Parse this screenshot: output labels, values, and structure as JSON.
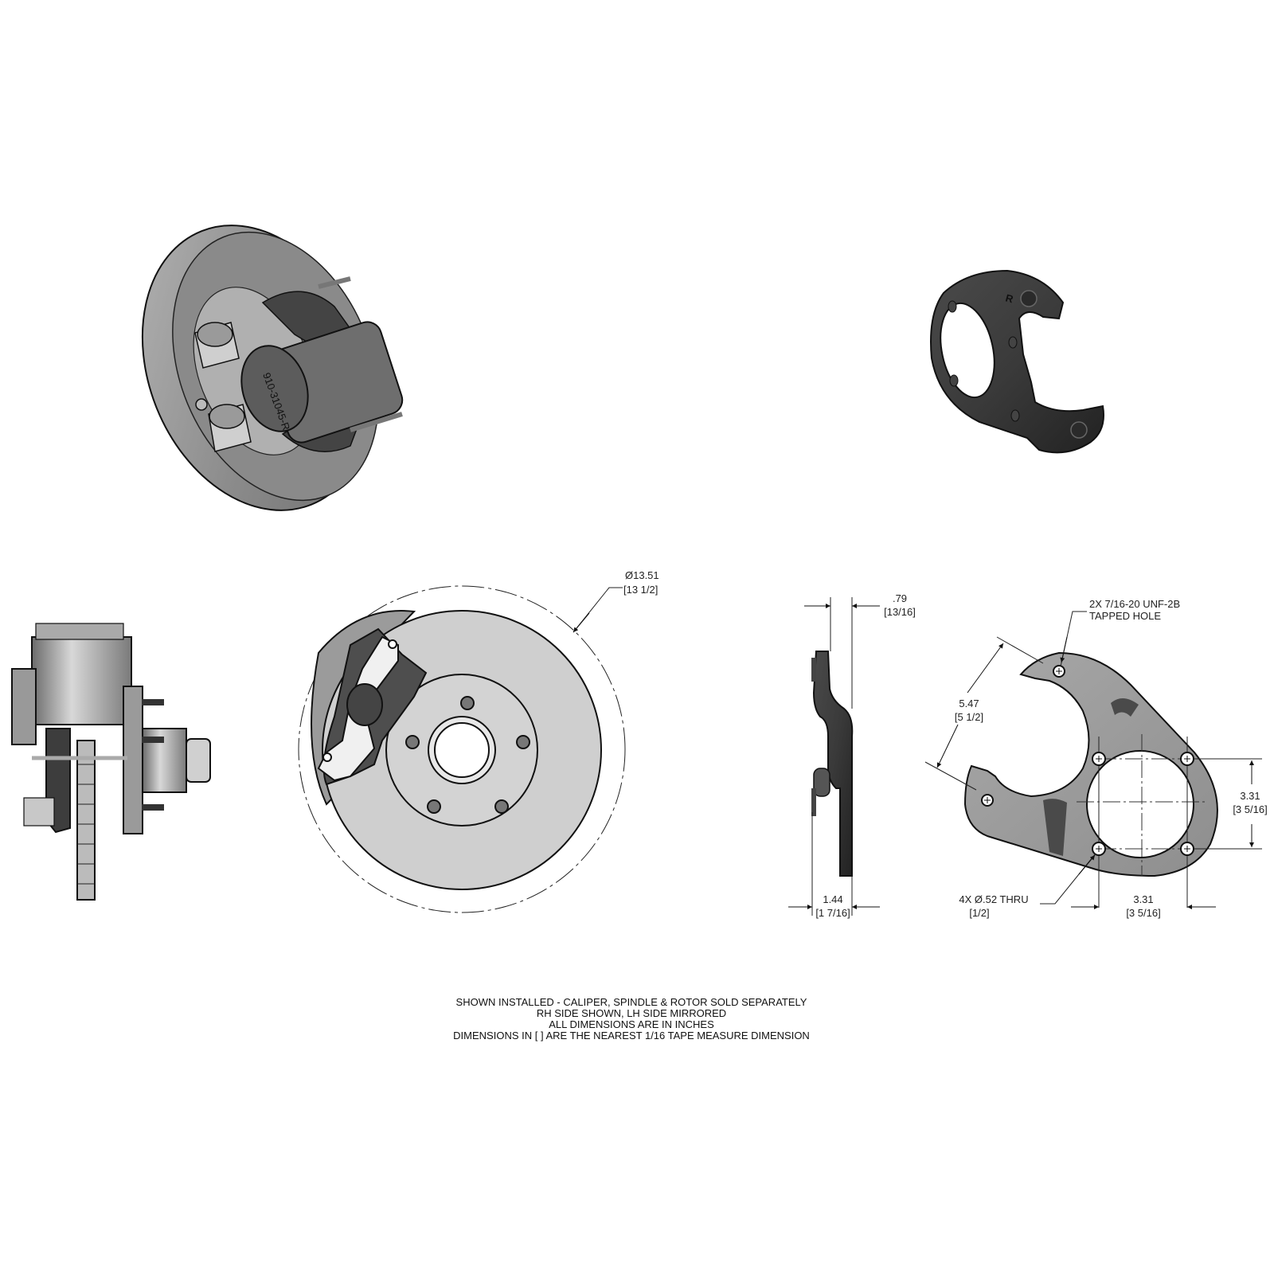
{
  "views": {
    "iso_assembly": {
      "label": "isometric-assembly-view",
      "caliper_marking": "910-31045-R"
    },
    "iso_bracket": {
      "label": "isometric-bracket-view",
      "side_marking": "R"
    },
    "side_assembly": {
      "label": "side-assembly-view"
    },
    "front_assembly": {
      "label": "front-assembly-view"
    },
    "bracket_side": {
      "label": "bracket-side-view"
    },
    "bracket_front": {
      "label": "bracket-front-view"
    }
  },
  "dimensions": {
    "rotor_diameter": {
      "value": "Ø13.51",
      "fraction": "[13 1/2]"
    },
    "bracket_offset_top": {
      "value": ".79",
      "fraction": "[13/16]"
    },
    "bracket_depth": {
      "value": "1.44",
      "fraction": "[1 7/16]"
    },
    "tapped_hole": {
      "line1": "2X 7/16-20 UNF-2B",
      "line2": "TAPPED HOLE"
    },
    "mount_span": {
      "value": "5.47",
      "fraction": "[5 1/2]"
    },
    "hole_spacing_vertical": {
      "value": "3.31",
      "fraction": "[3 5/16]"
    },
    "hole_spacing_horizontal": {
      "value": "3.31",
      "fraction": "[3 5/16]"
    },
    "thru_holes": {
      "value": "4X Ø.52 THRU",
      "fraction": "[1/2]"
    }
  },
  "notes": [
    "SHOWN INSTALLED - CALIPER, SPINDLE & ROTOR SOLD SEPARATELY",
    "RH SIDE SHOWN, LH SIDE MIRRORED",
    "ALL DIMENSIONS ARE IN INCHES",
    "DIMENSIONS IN [ ] ARE THE NEAREST 1/16 TAPE MEASURE DIMENSION"
  ],
  "colors": {
    "rotor_gray": "#c9c9c9",
    "caliper_dark": "#5a5a5a",
    "bracket_black": "#2e2e2e",
    "bracket_gray": "#9b9b9b",
    "line": "#111111"
  }
}
